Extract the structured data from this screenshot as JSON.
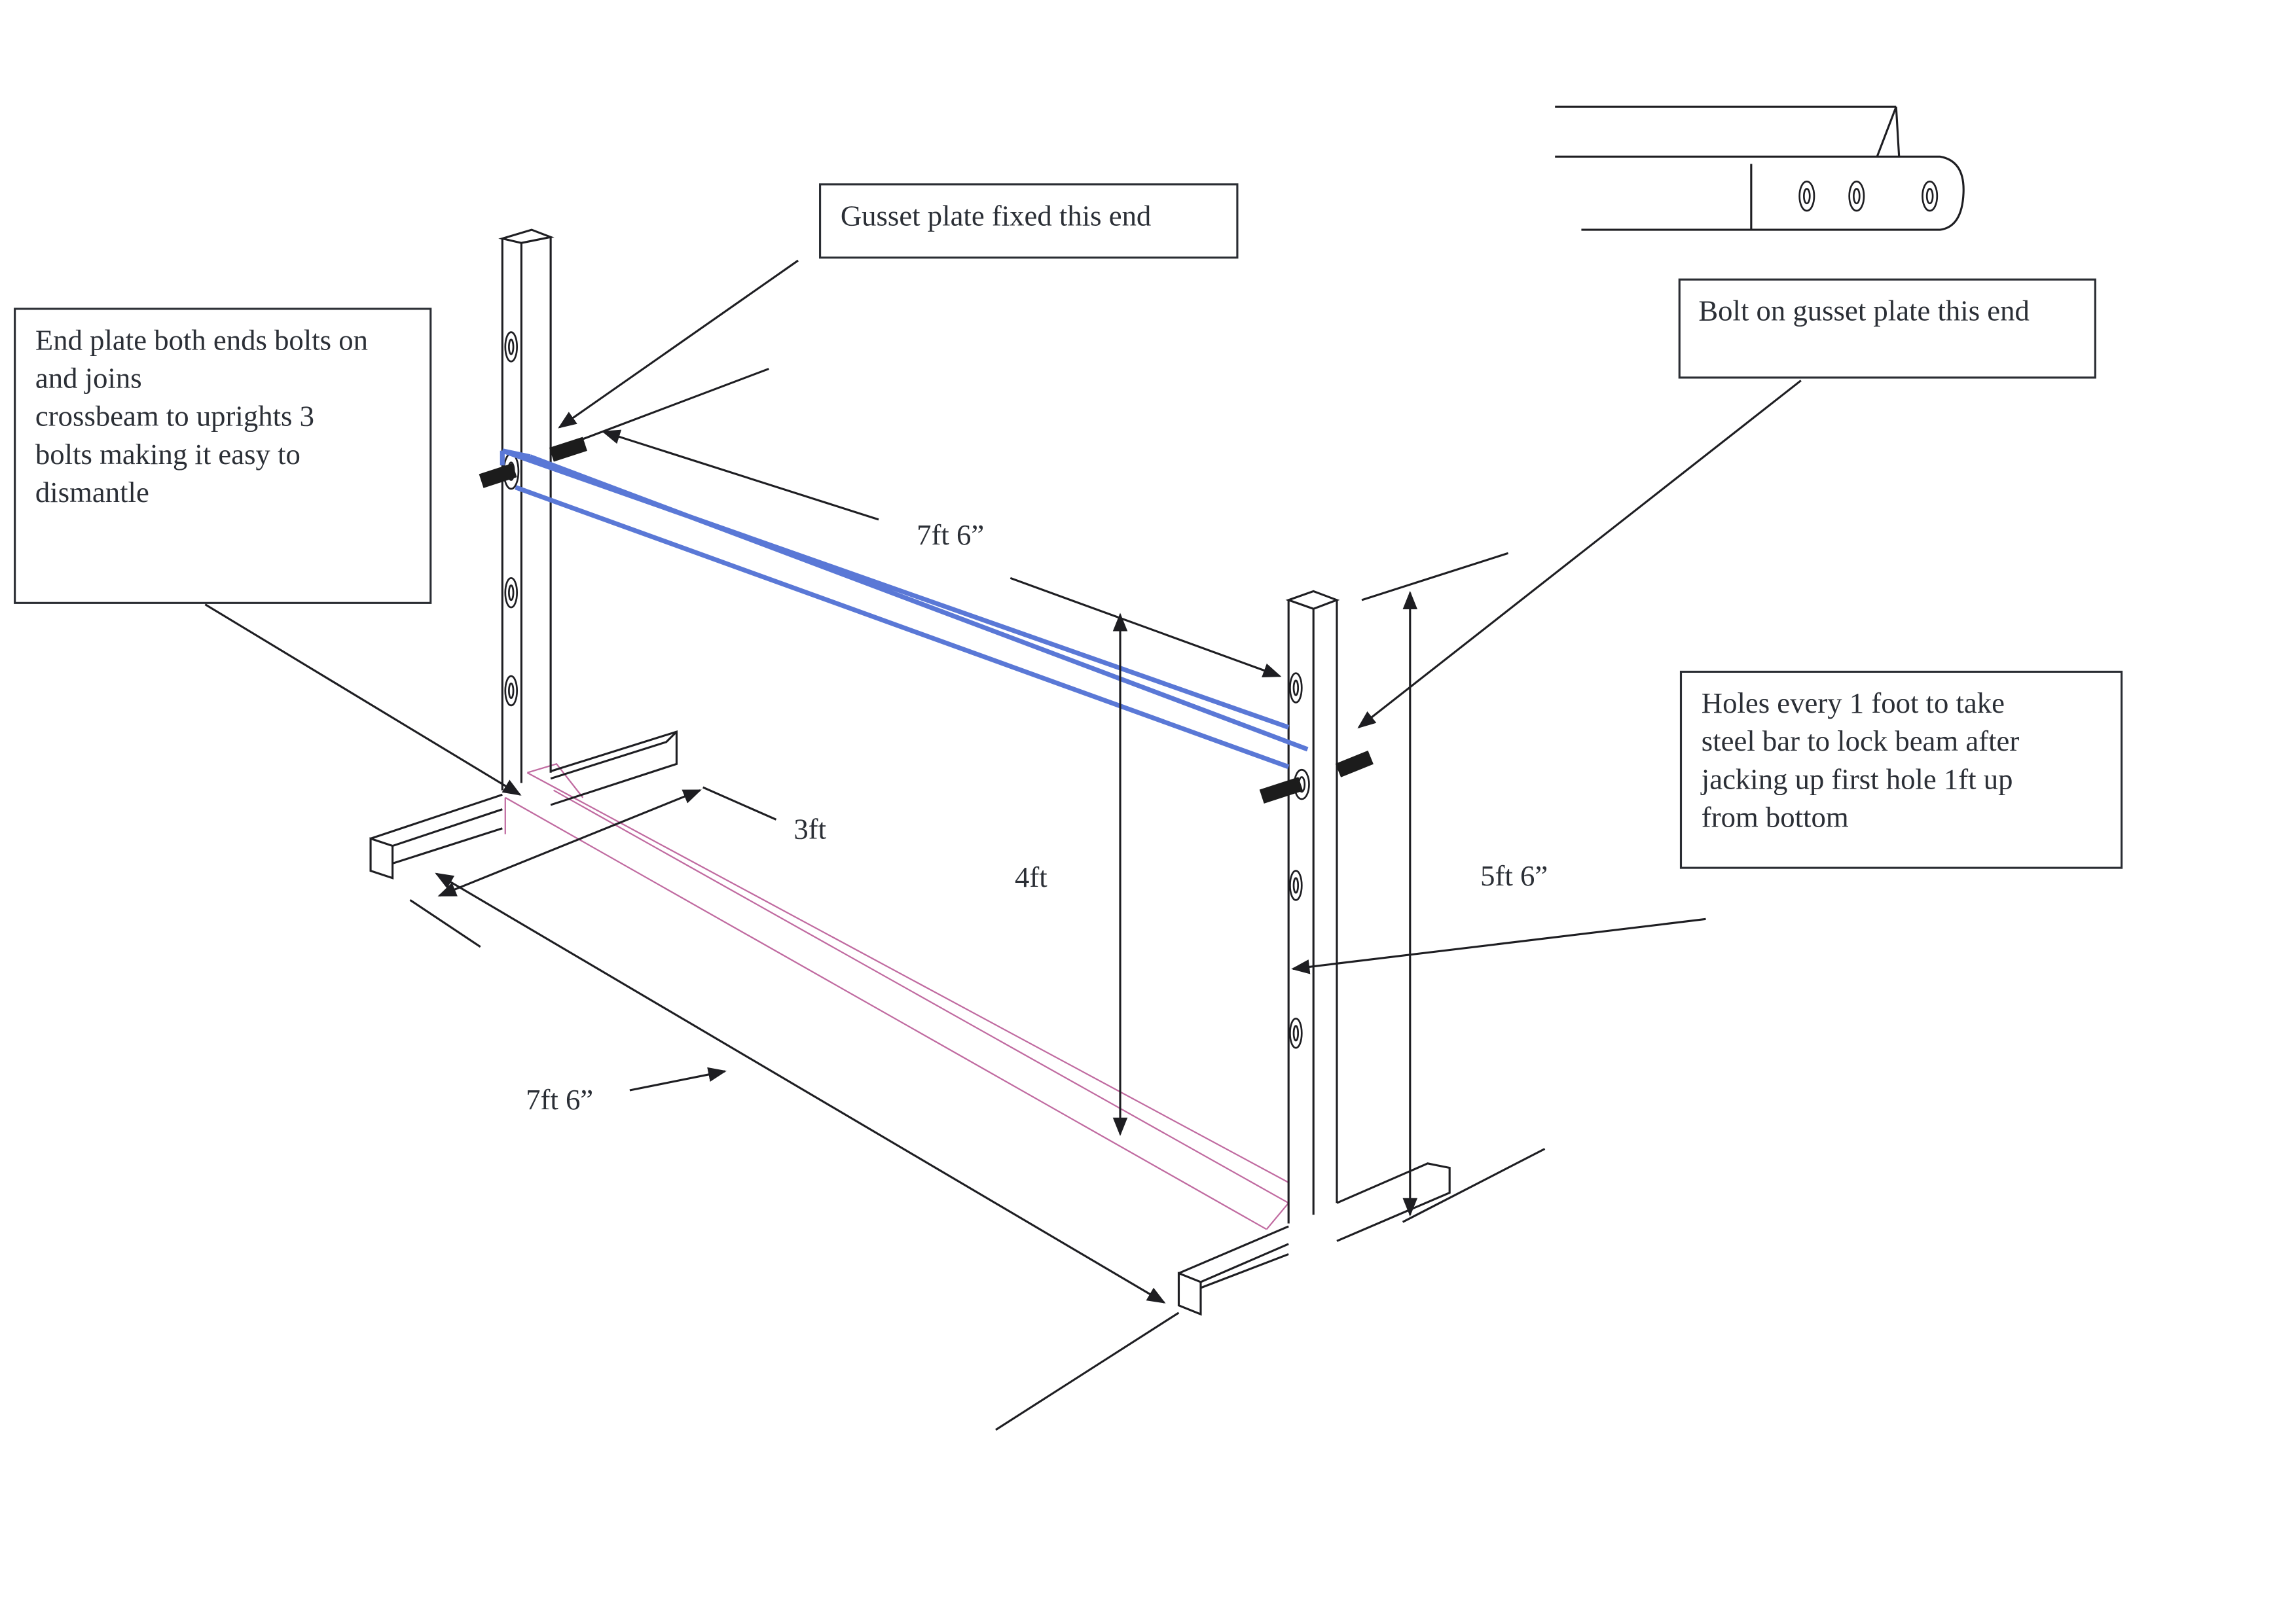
{
  "notes": {
    "end_plate": [
      "End plate both ends bolts on",
      "and joins",
      "crossbeam to uprights 3",
      "bolts making it easy to",
      "dismantle"
    ],
    "gusset_fixed": "Gusset plate fixed this end",
    "bolt_on_gusset": "Bolt on gusset plate this end",
    "holes": [
      "Holes every 1 foot to take",
      "steel bar to lock beam after",
      "jacking up first hole 1ft up",
      "from bottom"
    ]
  },
  "dimensions": {
    "crossbeam_length": "7ft 6”",
    "base_width": "3ft",
    "beam_height": "4ft",
    "upright_height": "5ft 6”",
    "base_length": "7ft 6”"
  },
  "colors": {
    "crossbeam": "#5a78d6",
    "base_beam": "#c06aa0",
    "ink": "#1e1e22"
  }
}
